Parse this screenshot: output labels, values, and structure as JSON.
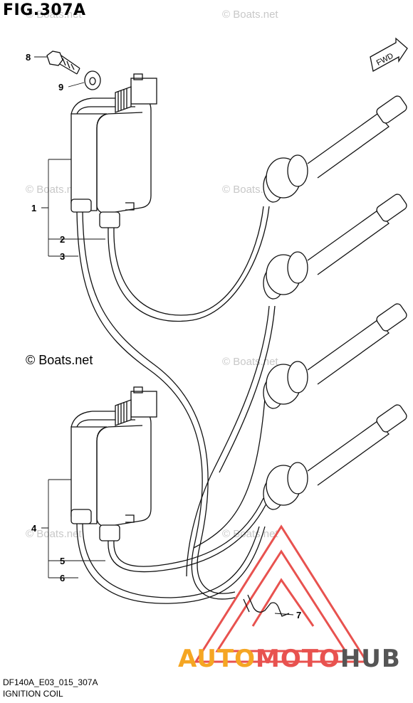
{
  "figure": {
    "title": "FIG.307A",
    "footer_code": "DF140A_E03_015_307A",
    "footer_name": "IGNITION COIL",
    "copyright": "© Boats.net",
    "watermark": "© Boats.net"
  },
  "fwd_label": "FWD",
  "callouts": [
    "8",
    "9",
    "1",
    "2",
    "3",
    "4",
    "5",
    "6",
    "7"
  ],
  "brand": {
    "part1": "AUTO",
    "part2": "MOTO",
    "part3": "HUB",
    "color1": "#f5a623",
    "color2": "#e8524f",
    "color3": "#555555"
  },
  "colors": {
    "line": "#111111",
    "logo_red": "#e8524f"
  }
}
